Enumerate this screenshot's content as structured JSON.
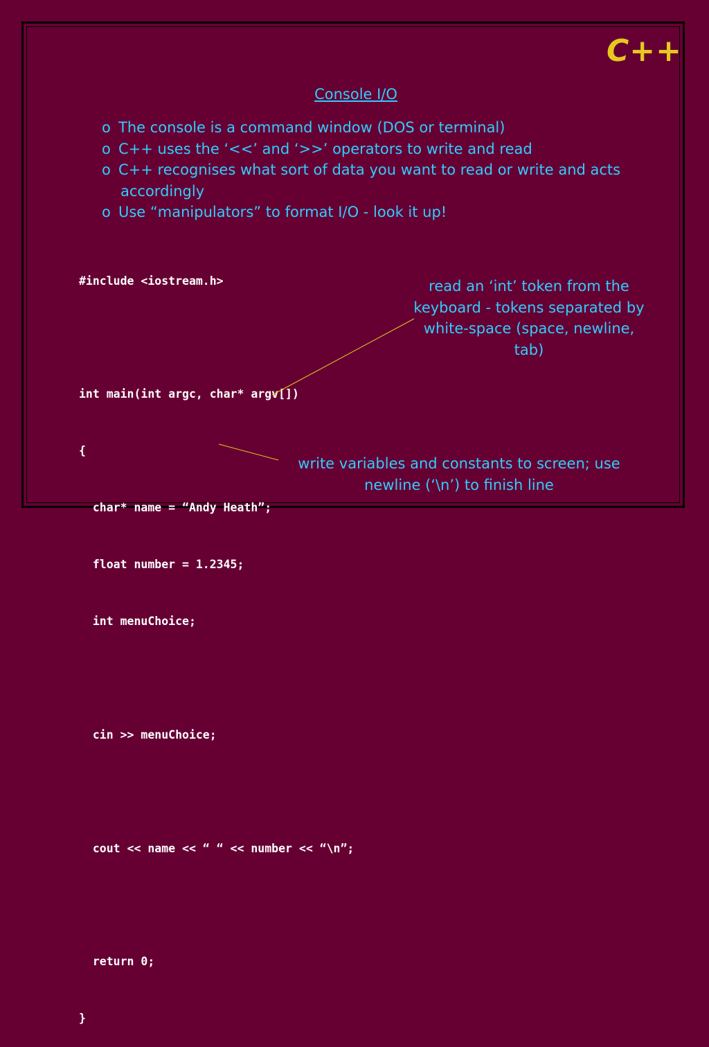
{
  "logo": "C++",
  "title": "Console I/O",
  "bullet_marker": "o",
  "bullets": [
    "The console is a command window (DOS or terminal)",
    "C++ uses the ‘<<’ and ‘>>’ operators to write and read",
    "C++ recognises what sort of data you want to read or write and acts accordingly",
    "Use “manipulators” to format I/O  - look it up!"
  ],
  "code_lines": [
    "#include <iostream.h>",
    "",
    "int main(int argc, char* argv[])",
    "{",
    "  char* name = “Andy Heath”;",
    "  float number = 1.2345;",
    "  int menuChoice;",
    "",
    "  cin >> menuChoice;",
    "",
    "  cout << name << “ “ << number << “\\n”;",
    "",
    "  return 0;",
    "}"
  ],
  "annotations": {
    "read": "read an ‘int’ token from the keyboard - tokens separated by white-space (space, newline, tab)",
    "write": "write variables and constants to screen; use newline (‘\\n’) to finish line"
  },
  "colors": {
    "background": "#660033",
    "text": "#33ccff",
    "code": "#ffffff",
    "logo": "#e6c81e",
    "leader_line": "#e6c81e"
  }
}
